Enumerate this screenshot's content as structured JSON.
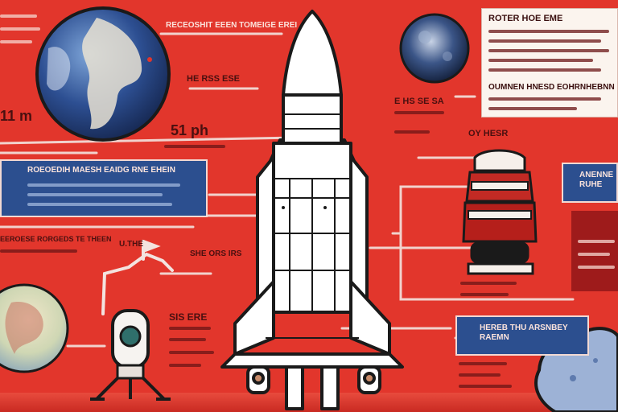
{
  "palette": {
    "background": "#e2362c",
    "panel_blue": "#2c4f8f",
    "panel_white": "#fbf4ee",
    "panel_dark_red": "#9e1b1b",
    "rocket_body": "#ffffff",
    "outline": "#1a1a1a",
    "connector": "#f3e3df"
  },
  "labels": {
    "top_banner": "RECEOSHIT EEEN TOMEIGE EREI",
    "globe_caption": "HE RSS ESE",
    "left_number": "11 m",
    "center_stat": "51 ph",
    "blue_panel_left_title": "ROEOEDIH MAESH EAIDG RNE EHEIN",
    "mid_left_line": "EEROESE RORGEDS TE THEEN",
    "small_tag_left": "U.THE",
    "small_tag_center": "SHE ORS IRS",
    "rocket_side_left": "E HS SE SA",
    "rocket_side_right": "OY HESR",
    "white_panel_title": "ROTER HOE EME",
    "white_panel_second": "OUMNEN HNESD EOHRNHEBNN IIT",
    "right_blue_panel": "ANENNE RUHE",
    "bottom_blue_panel": "HEREB THU ARSNBEY RAEMN",
    "bottom_left_stat": "SIS ERE"
  },
  "icons": {
    "globe_top": "globe-icon",
    "moon": "moon-icon",
    "globe_bottom": "globe-icon",
    "rocket": "rocket-icon",
    "lander": "lander-icon",
    "capsule_stack": "capsule-stack-icon",
    "asteroid": "asteroid-icon",
    "flag": "flag-icon"
  }
}
